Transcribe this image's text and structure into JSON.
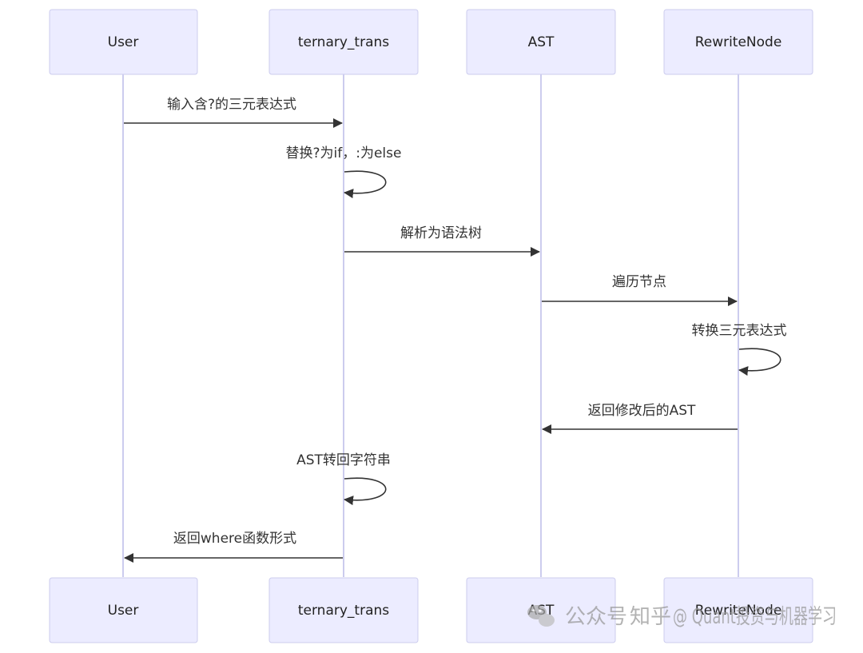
{
  "participants": {
    "user": "User",
    "ternary_trans": "ternary_trans",
    "ast": "AST",
    "rewrite": "RewriteNode"
  },
  "messages": [
    {
      "from": "user",
      "to": "ternary_trans",
      "label": "输入含?的三元表达式",
      "kind": "arrow"
    },
    {
      "from": "ternary_trans",
      "to": "ternary_trans",
      "label": "替换?为if，:为else",
      "kind": "self"
    },
    {
      "from": "ternary_trans",
      "to": "ast",
      "label": "解析为语法树",
      "kind": "arrow"
    },
    {
      "from": "ast",
      "to": "rewrite",
      "label": "遍历节点",
      "kind": "arrow"
    },
    {
      "from": "rewrite",
      "to": "rewrite",
      "label": "转换三元表达式",
      "kind": "self"
    },
    {
      "from": "rewrite",
      "to": "ast",
      "label": "返回修改后的AST",
      "kind": "arrow"
    },
    {
      "from": "ternary_trans",
      "to": "ternary_trans",
      "label": "AST转回字符串",
      "kind": "self"
    },
    {
      "from": "ternary_trans",
      "to": "user",
      "label": "返回where函数形式",
      "kind": "arrow"
    }
  ],
  "watermark": {
    "platform": "公众号",
    "site": "知乎",
    "account": "@ Quant投资与机器学习"
  },
  "colors": {
    "actor_fill": "#ececff",
    "actor_stroke": "#ccccee",
    "lifeline": "#ccccee",
    "message": "#333333"
  }
}
